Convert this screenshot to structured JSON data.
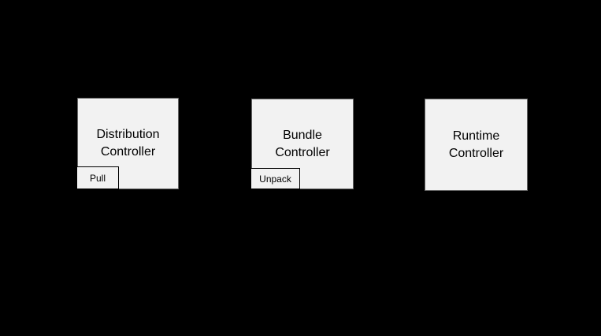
{
  "canvas": {
    "background_color": "#000000"
  },
  "diagram": {
    "type": "flow-diagram",
    "node_fill_color": "#f2f2f2",
    "node_border_color": "#666666",
    "sub_box_border_color": "#000000",
    "text_color": "#000000",
    "nodes": [
      {
        "id": "distribution-controller",
        "label": "Distribution\nController",
        "sub_label": "Pull"
      },
      {
        "id": "bundle-controller",
        "label": "Bundle\nController",
        "sub_label": "Unpack"
      },
      {
        "id": "runtime-controller",
        "label": "Runtime\nController",
        "sub_label": null
      }
    ]
  }
}
